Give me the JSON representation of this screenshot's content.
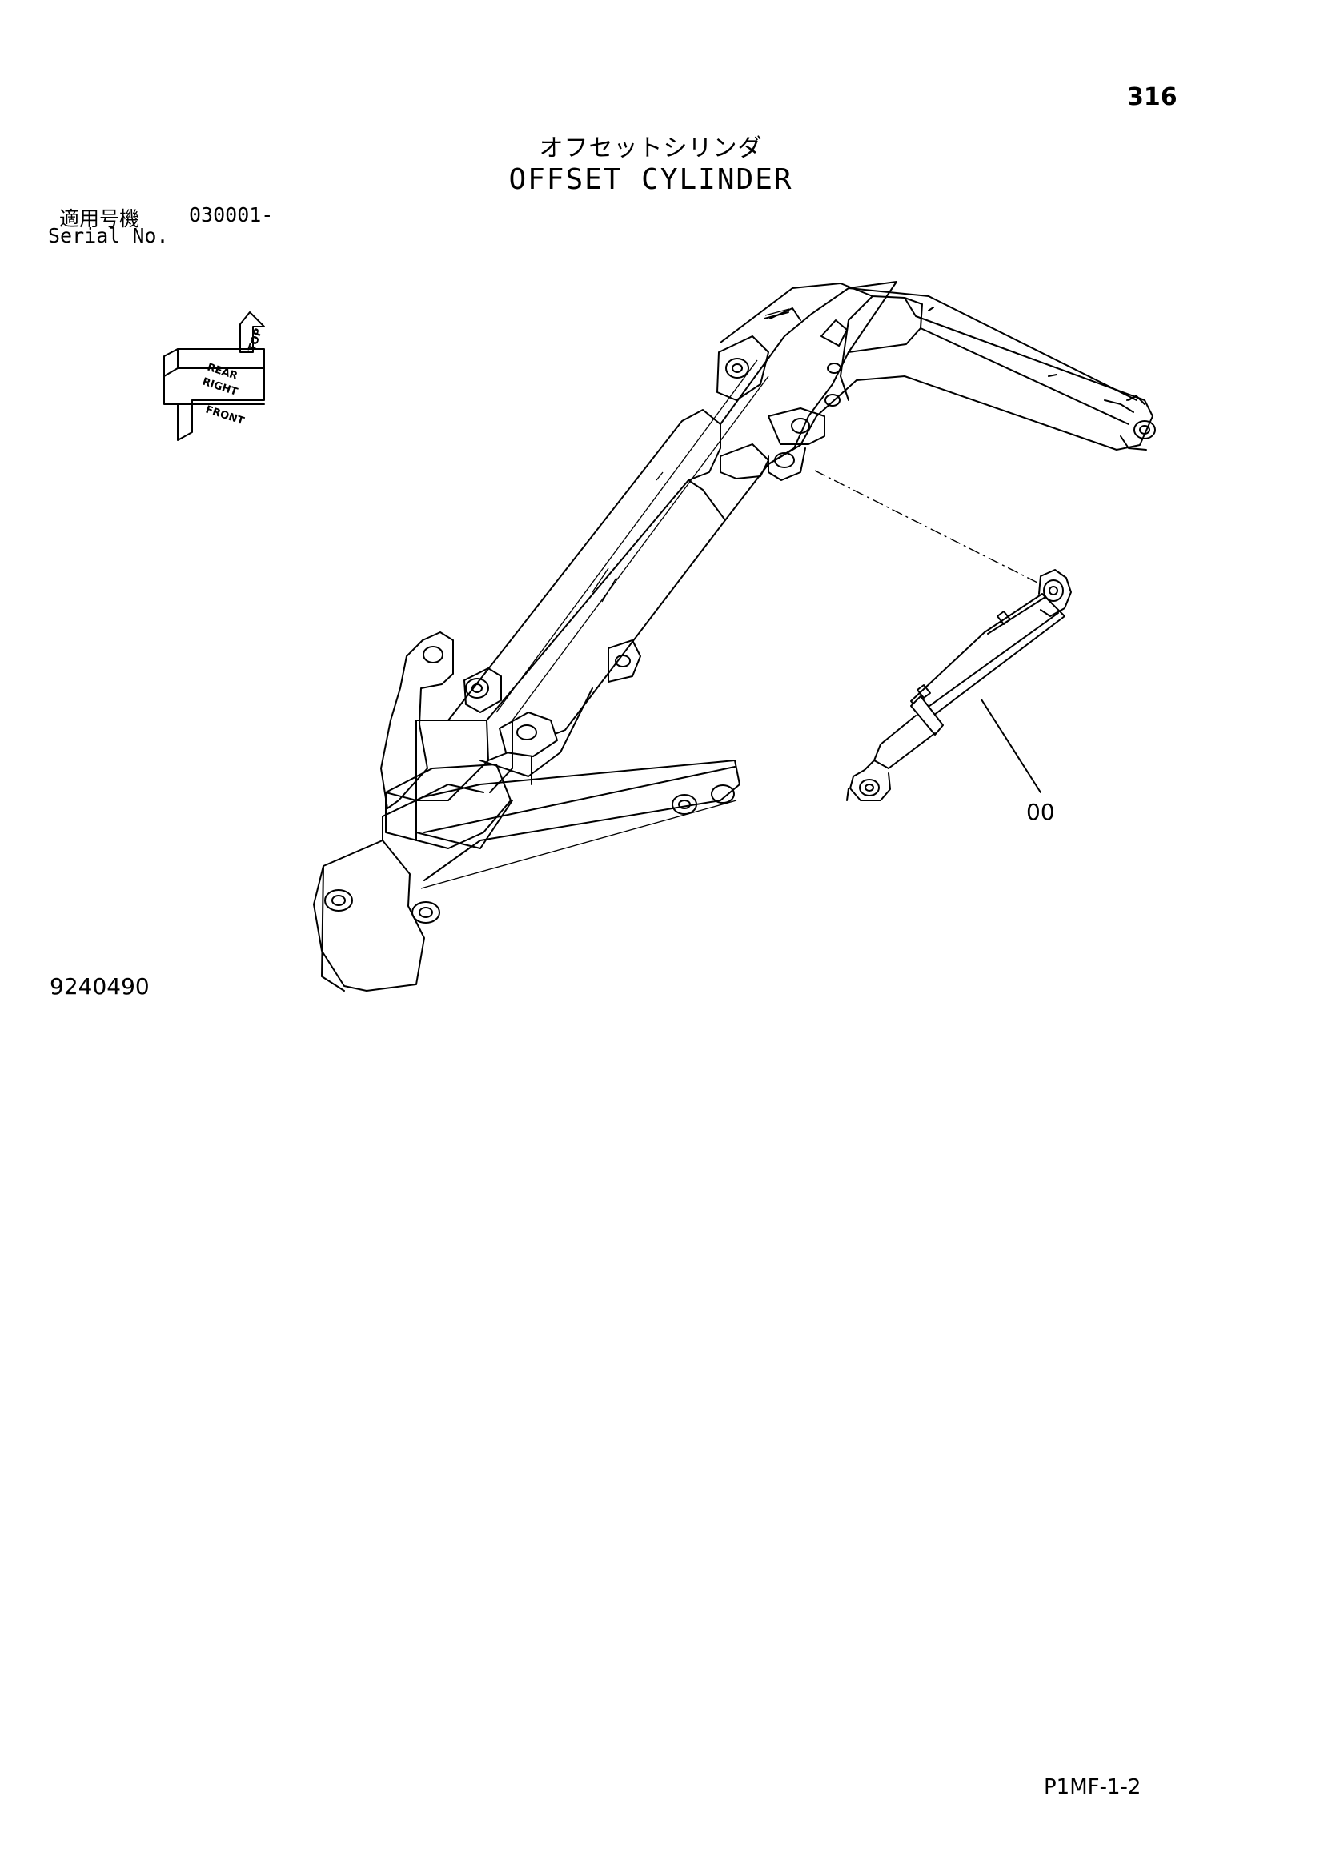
{
  "page_number": "316",
  "title": {
    "japanese": "オフセットシリンダ",
    "english": "OFFSET CYLINDER"
  },
  "serial": {
    "label_jp": "適用号機",
    "value": "030001-",
    "label_en": "Serial No."
  },
  "orientation_indicator": {
    "top": "TOP",
    "right": "RIGHT",
    "front": "FRONT",
    "rear": "REAR"
  },
  "callout": "00",
  "figure_number": "9240490",
  "footer_code": "P1MF-1-2"
}
